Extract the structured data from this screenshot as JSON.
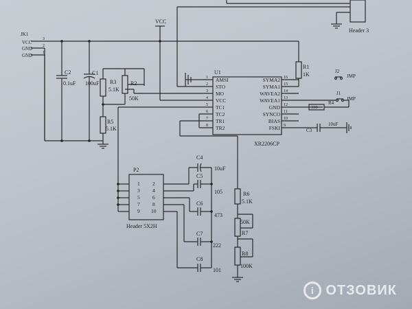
{
  "header_top": "Header 3",
  "jk1": {
    "name": "JK1",
    "pins": [
      "VCC",
      "GND",
      "GND"
    ],
    "pin_nums": [
      "3",
      "2",
      "1"
    ]
  },
  "vcc": "VCC",
  "u1": {
    "name": "U1",
    "part": "XR2206CP",
    "left_pins": [
      {
        "n": "1",
        "name": "AMSI"
      },
      {
        "n": "2",
        "name": "STO"
      },
      {
        "n": "3",
        "name": "MO"
      },
      {
        "n": "4",
        "name": "VCC"
      },
      {
        "n": "5",
        "name": "TC1"
      },
      {
        "n": "6",
        "name": "TC2"
      },
      {
        "n": "7",
        "name": "TR1"
      },
      {
        "n": "8",
        "name": "TR2"
      }
    ],
    "right_pins": [
      {
        "n": "16",
        "name": "SYMA2"
      },
      {
        "n": "15",
        "name": "SYMA1"
      },
      {
        "n": "14",
        "name": "WAVEA2"
      },
      {
        "n": "13",
        "name": "WAVEA1"
      },
      {
        "n": "12",
        "name": "GND"
      },
      {
        "n": "11",
        "name": "SYNCO"
      },
      {
        "n": "10",
        "name": "BIAS"
      },
      {
        "n": "9",
        "name": "FSKI"
      }
    ]
  },
  "parts": {
    "c2": {
      "ref": "C2",
      "val": "0.1uF"
    },
    "c1": {
      "ref": "C1",
      "val": "100uF"
    },
    "r3": {
      "ref": "R3",
      "val": "5.1K"
    },
    "r2": {
      "ref": "R2",
      "val": "50K"
    },
    "r5": {
      "ref": "R5",
      "val": "5.1K"
    },
    "r1": {
      "ref": "R1",
      "val": "1K"
    },
    "r4": {
      "ref": "R4",
      "val": "330"
    },
    "j2": {
      "ref": "J2",
      "val": "JMP"
    },
    "j1": {
      "ref": "J1",
      "val": "JMP"
    },
    "c3": {
      "ref": "C3",
      "val": "10uF"
    },
    "c4": {
      "ref": "C4",
      "val": "10uF"
    },
    "c5": {
      "ref": "C5",
      "val": "105"
    },
    "c6": {
      "ref": "C6",
      "val": "473"
    },
    "c7": {
      "ref": "C7",
      "val": "222"
    },
    "c8": {
      "ref": "C8",
      "val": "101"
    },
    "r6": {
      "ref": "R6",
      "val": "5.1K"
    },
    "r7": {
      "ref": "R7",
      "val": "50K"
    },
    "r8": {
      "ref": "R8",
      "val": "100K"
    }
  },
  "p2": {
    "name": "P2",
    "label": "Header 5X2H",
    "left": [
      "1",
      "3",
      "5",
      "7",
      "9"
    ],
    "right": [
      "2",
      "4",
      "6",
      "8",
      "10"
    ]
  },
  "watermark": {
    "text": "ОТЗОВИК",
    "logo": "i"
  }
}
